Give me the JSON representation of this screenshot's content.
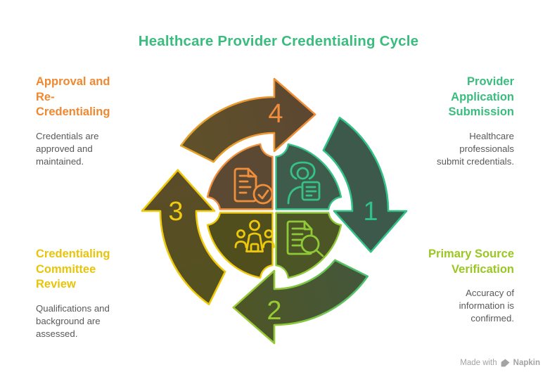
{
  "title": {
    "text": "Healthcare Provider Credentialing Cycle",
    "color": "#3bbc7f"
  },
  "steps": [
    {
      "number": "1",
      "position": "top-right",
      "title_lines": [
        "Provider",
        "Application",
        "Submission"
      ],
      "title_color": "#3bbc7f",
      "body_lines": [
        "Healthcare",
        "professionals",
        "submit credentials."
      ],
      "arrow_color": "#32c287",
      "number_color": "#2fc189",
      "icon": "person-profile-icon"
    },
    {
      "number": "2",
      "position": "bottom-right",
      "title_lines": [
        "Primary Source",
        "Verification"
      ],
      "title_color": "#9bc722",
      "body_lines": [
        "Accuracy of",
        "information is",
        "confirmed."
      ],
      "arrow_color": "#97ca33",
      "number_color": "#97ca33",
      "icon": "document-search-icon"
    },
    {
      "number": "3",
      "position": "bottom-left",
      "title_lines": [
        "Credentialing",
        "Committee",
        "Review"
      ],
      "title_color": "#e8c40a",
      "body_lines": [
        "Qualifications and",
        "background are",
        "assessed."
      ],
      "arrow_color": "#eec80a",
      "number_color": "#f0ca10",
      "icon": "committee-icon"
    },
    {
      "number": "4",
      "position": "top-left",
      "title_lines": [
        "Approval and",
        "Re-",
        "Credentialing"
      ],
      "title_color": "#f0882f",
      "body_lines": [
        "Credentials are",
        "approved and",
        "maintained."
      ],
      "arrow_color": "#f08d38",
      "number_color": "#ef8d3c",
      "icon": "document-check-icon"
    }
  ],
  "palette": {
    "background": "#ffffff",
    "body_text": "#595959",
    "arc1_fill": "#3c594b",
    "arc2_fill": "#4f5626",
    "arc3_fill": "#53511e",
    "arc4_fill": "#5c4732",
    "quad_tr_fill": "#3e5b4b",
    "quad_br_fill": "#4c5526",
    "quad_bl_fill": "#514e1e",
    "quad_tl_fill": "#5b4933"
  },
  "watermark": {
    "prefix": "Made with",
    "brand": "Napkin"
  }
}
